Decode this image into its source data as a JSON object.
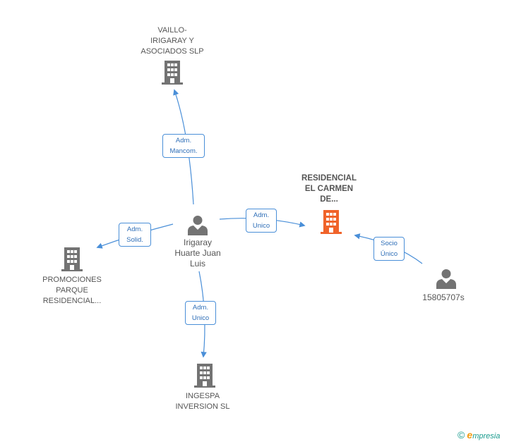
{
  "colors": {
    "edge": "#4a8fd8",
    "company": "#737373",
    "company_main": "#f0632a",
    "person": "#737373"
  },
  "nodes": {
    "vaillo": {
      "label": "VAILLO-\nIRIGARAY Y\nASOCIADOS SLP",
      "icon": "building-icon"
    },
    "residencial": {
      "label": "RESIDENCIAL\nEL CARMEN\nDE...",
      "icon": "building-icon"
    },
    "promociones": {
      "label": "PROMOCIONES\nPARQUE\nRESIDENCIAL...",
      "icon": "building-icon"
    },
    "ingespa": {
      "label": "INGESPA\nINVERSION SL",
      "icon": "building-icon"
    },
    "irigaray": {
      "label": "Irigaray\nHuarte Juan\nLuis",
      "icon": "person-icon"
    },
    "socio": {
      "label": "15805707s",
      "icon": "person-icon"
    }
  },
  "edges": {
    "mancom": "Adm.\nMancom.",
    "solid": "Adm.\nSolid.",
    "unico_res": "Adm.\nUnico",
    "unico_ing": "Adm.\nUnico",
    "socio_unico": "Socio\nÚnico"
  },
  "brand": {
    "copyright": "©",
    "initial": "e",
    "rest": "mpresia"
  }
}
